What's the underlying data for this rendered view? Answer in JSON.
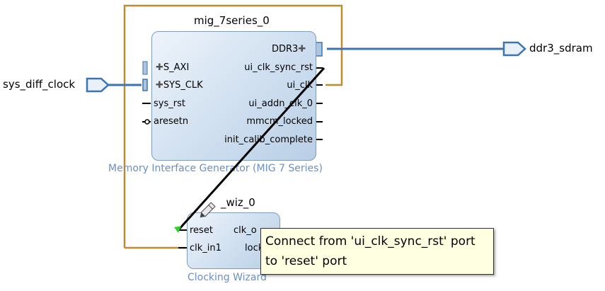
{
  "mig": {
    "instance_name": "mig_7series_0",
    "description": "Memory Interface Generator (MIG 7 Series)",
    "left_ports": [
      "S_AXI",
      "SYS_CLK",
      "sys_rst",
      "aresetn"
    ],
    "right_ports": [
      "DDR3",
      "ui_clk_sync_rst",
      "ui_clk",
      "ui_addn_clk_0",
      "mmcm_locked",
      "init_calib_complete"
    ]
  },
  "clk_wiz": {
    "instance_name": "_wiz_0",
    "description": "Clocking Wizard",
    "left_ports": [
      "reset",
      "clk_in1"
    ],
    "right_ports": [
      "clk_o",
      "lock"
    ]
  },
  "external_ports": {
    "input": "sys_diff_clock",
    "output": "ddr3_sdram"
  },
  "tooltip": {
    "line1": "Connect from 'ui_clk_sync_rst' port",
    "line2": "to 'reset' port"
  },
  "colors": {
    "clock_net": "#c08a2f",
    "bus_net": "#3b74b0",
    "connect_line": "#000000",
    "block_border": "#7f9db9",
    "block_label": "#6b8fc0",
    "tooltip_bg": "#ffffe1"
  }
}
